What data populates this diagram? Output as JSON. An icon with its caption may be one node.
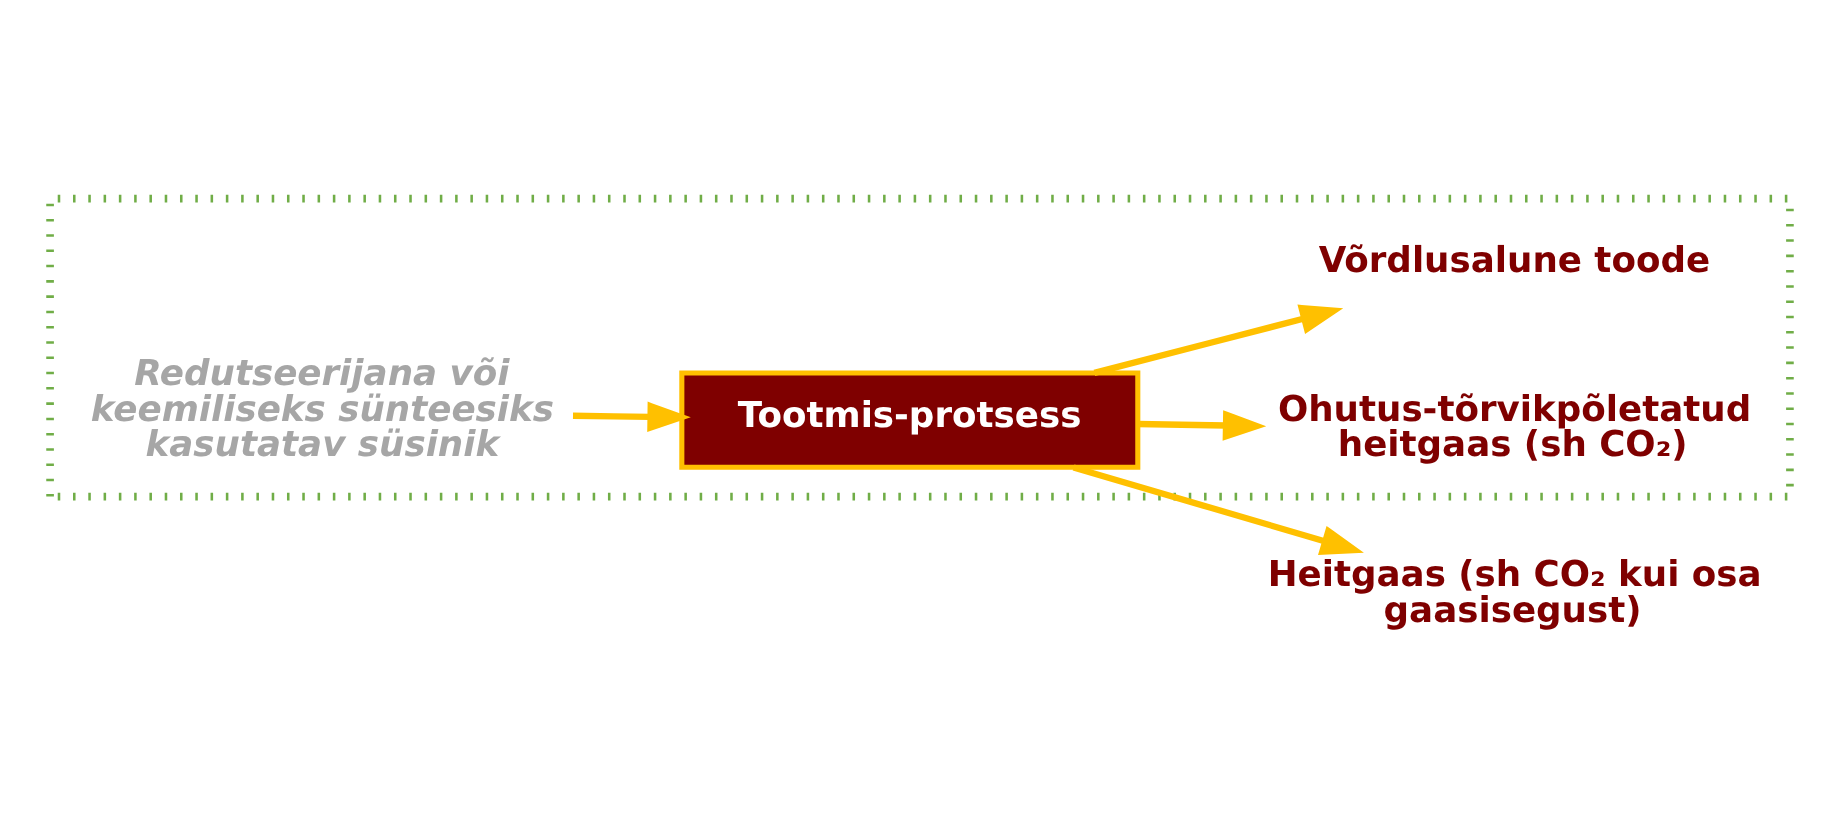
{
  "diagram": {
    "nodes": [
      {
        "text": [],
        "shape": "box"
      },
      {
        "text": [
          "Redutseerijana või keemiliseks sünteesiks kasutatav süsinik"
        ],
        "in": 0
      },
      {
        "text": [
          "Tootmis-protsess"
        ],
        "in": 0
      },
      {
        "text": [
          "Ohutus-tõrvikpõletatud heitgaas (sh CO₂)"
        ],
        "in": 0
      },
      {
        "text": [
          "Võrdlusalune toode"
        ],
        "in": 0
      },
      {
        "text": [
          "Heitgaas (sh CO₂ kui osa gaasisegust)"
        ]
      }
    ],
    "edges": [
      {
        "from": 1,
        "to": 2,
        "arrow": "to",
        "color": "#ffc000"
      },
      {
        "from": 2,
        "to": 5,
        "arrow": "to",
        "color": "#ffc000"
      },
      {
        "from": 2,
        "to": 3,
        "arrow": "to",
        "color": "#ffc000"
      },
      {
        "from": 2,
        "to": 4,
        "arrow": "to",
        "color": "#ffc000"
      }
    ]
  }
}
